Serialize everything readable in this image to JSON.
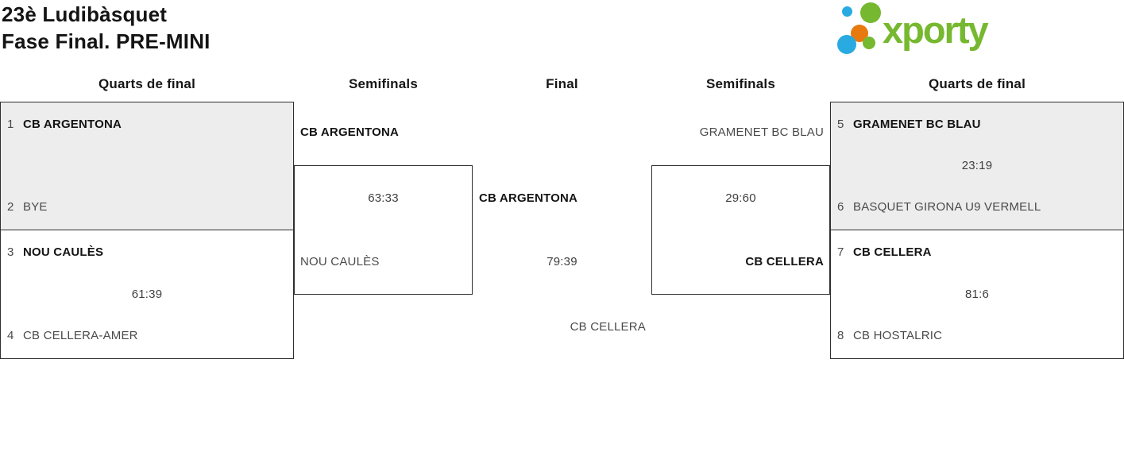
{
  "title": {
    "line1": "23è Ludibàsquet",
    "line2": "Fase Final. PRE-MINI"
  },
  "logo": {
    "wordmark": "xporty",
    "colors": {
      "green": "#76b82f",
      "blue": "#29abe2",
      "orange": "#e8790f"
    }
  },
  "round_headers": [
    "Quarts de final",
    "Semifinals",
    "Final",
    "Semifinals",
    "Quarts de final"
  ],
  "bracket_colors": {
    "box_border": "#2f2f2f",
    "box_fill_alt": "#ededed"
  },
  "matches": {
    "qf1": {
      "seed_top": "1",
      "team_top": "CB ARGENTONA",
      "score": "",
      "seed_bottom": "2",
      "team_bottom": "BYE",
      "winner": "top"
    },
    "qf2": {
      "seed_top": "3",
      "team_top": "NOU CAULÈS",
      "score": "61:39",
      "seed_bottom": "4",
      "team_bottom": "CB CELLERA-AMER",
      "winner": "top"
    },
    "sf1": {
      "team_top": "CB ARGENTONA",
      "score": "63:33",
      "team_bottom": "NOU CAULÈS",
      "winner": "top"
    },
    "final": {
      "team_top": "CB ARGENTONA",
      "score": "79:39",
      "team_bottom": "CB CELLERA",
      "winner": "top"
    },
    "sf2": {
      "team_top": "GRAMENET BC BLAU",
      "score": "29:60",
      "team_bottom": "CB CELLERA",
      "winner": "bottom"
    },
    "qf3": {
      "seed_top": "5",
      "team_top": "GRAMENET BC BLAU",
      "score": "23:19",
      "seed_bottom": "6",
      "team_bottom": "BASQUET GIRONA U9 VERMELL",
      "winner": "top"
    },
    "qf4": {
      "seed_top": "7",
      "team_top": "CB CELLERA",
      "score": "81:6",
      "seed_bottom": "8",
      "team_bottom": "CB HOSTALRIC",
      "winner": "top"
    }
  }
}
